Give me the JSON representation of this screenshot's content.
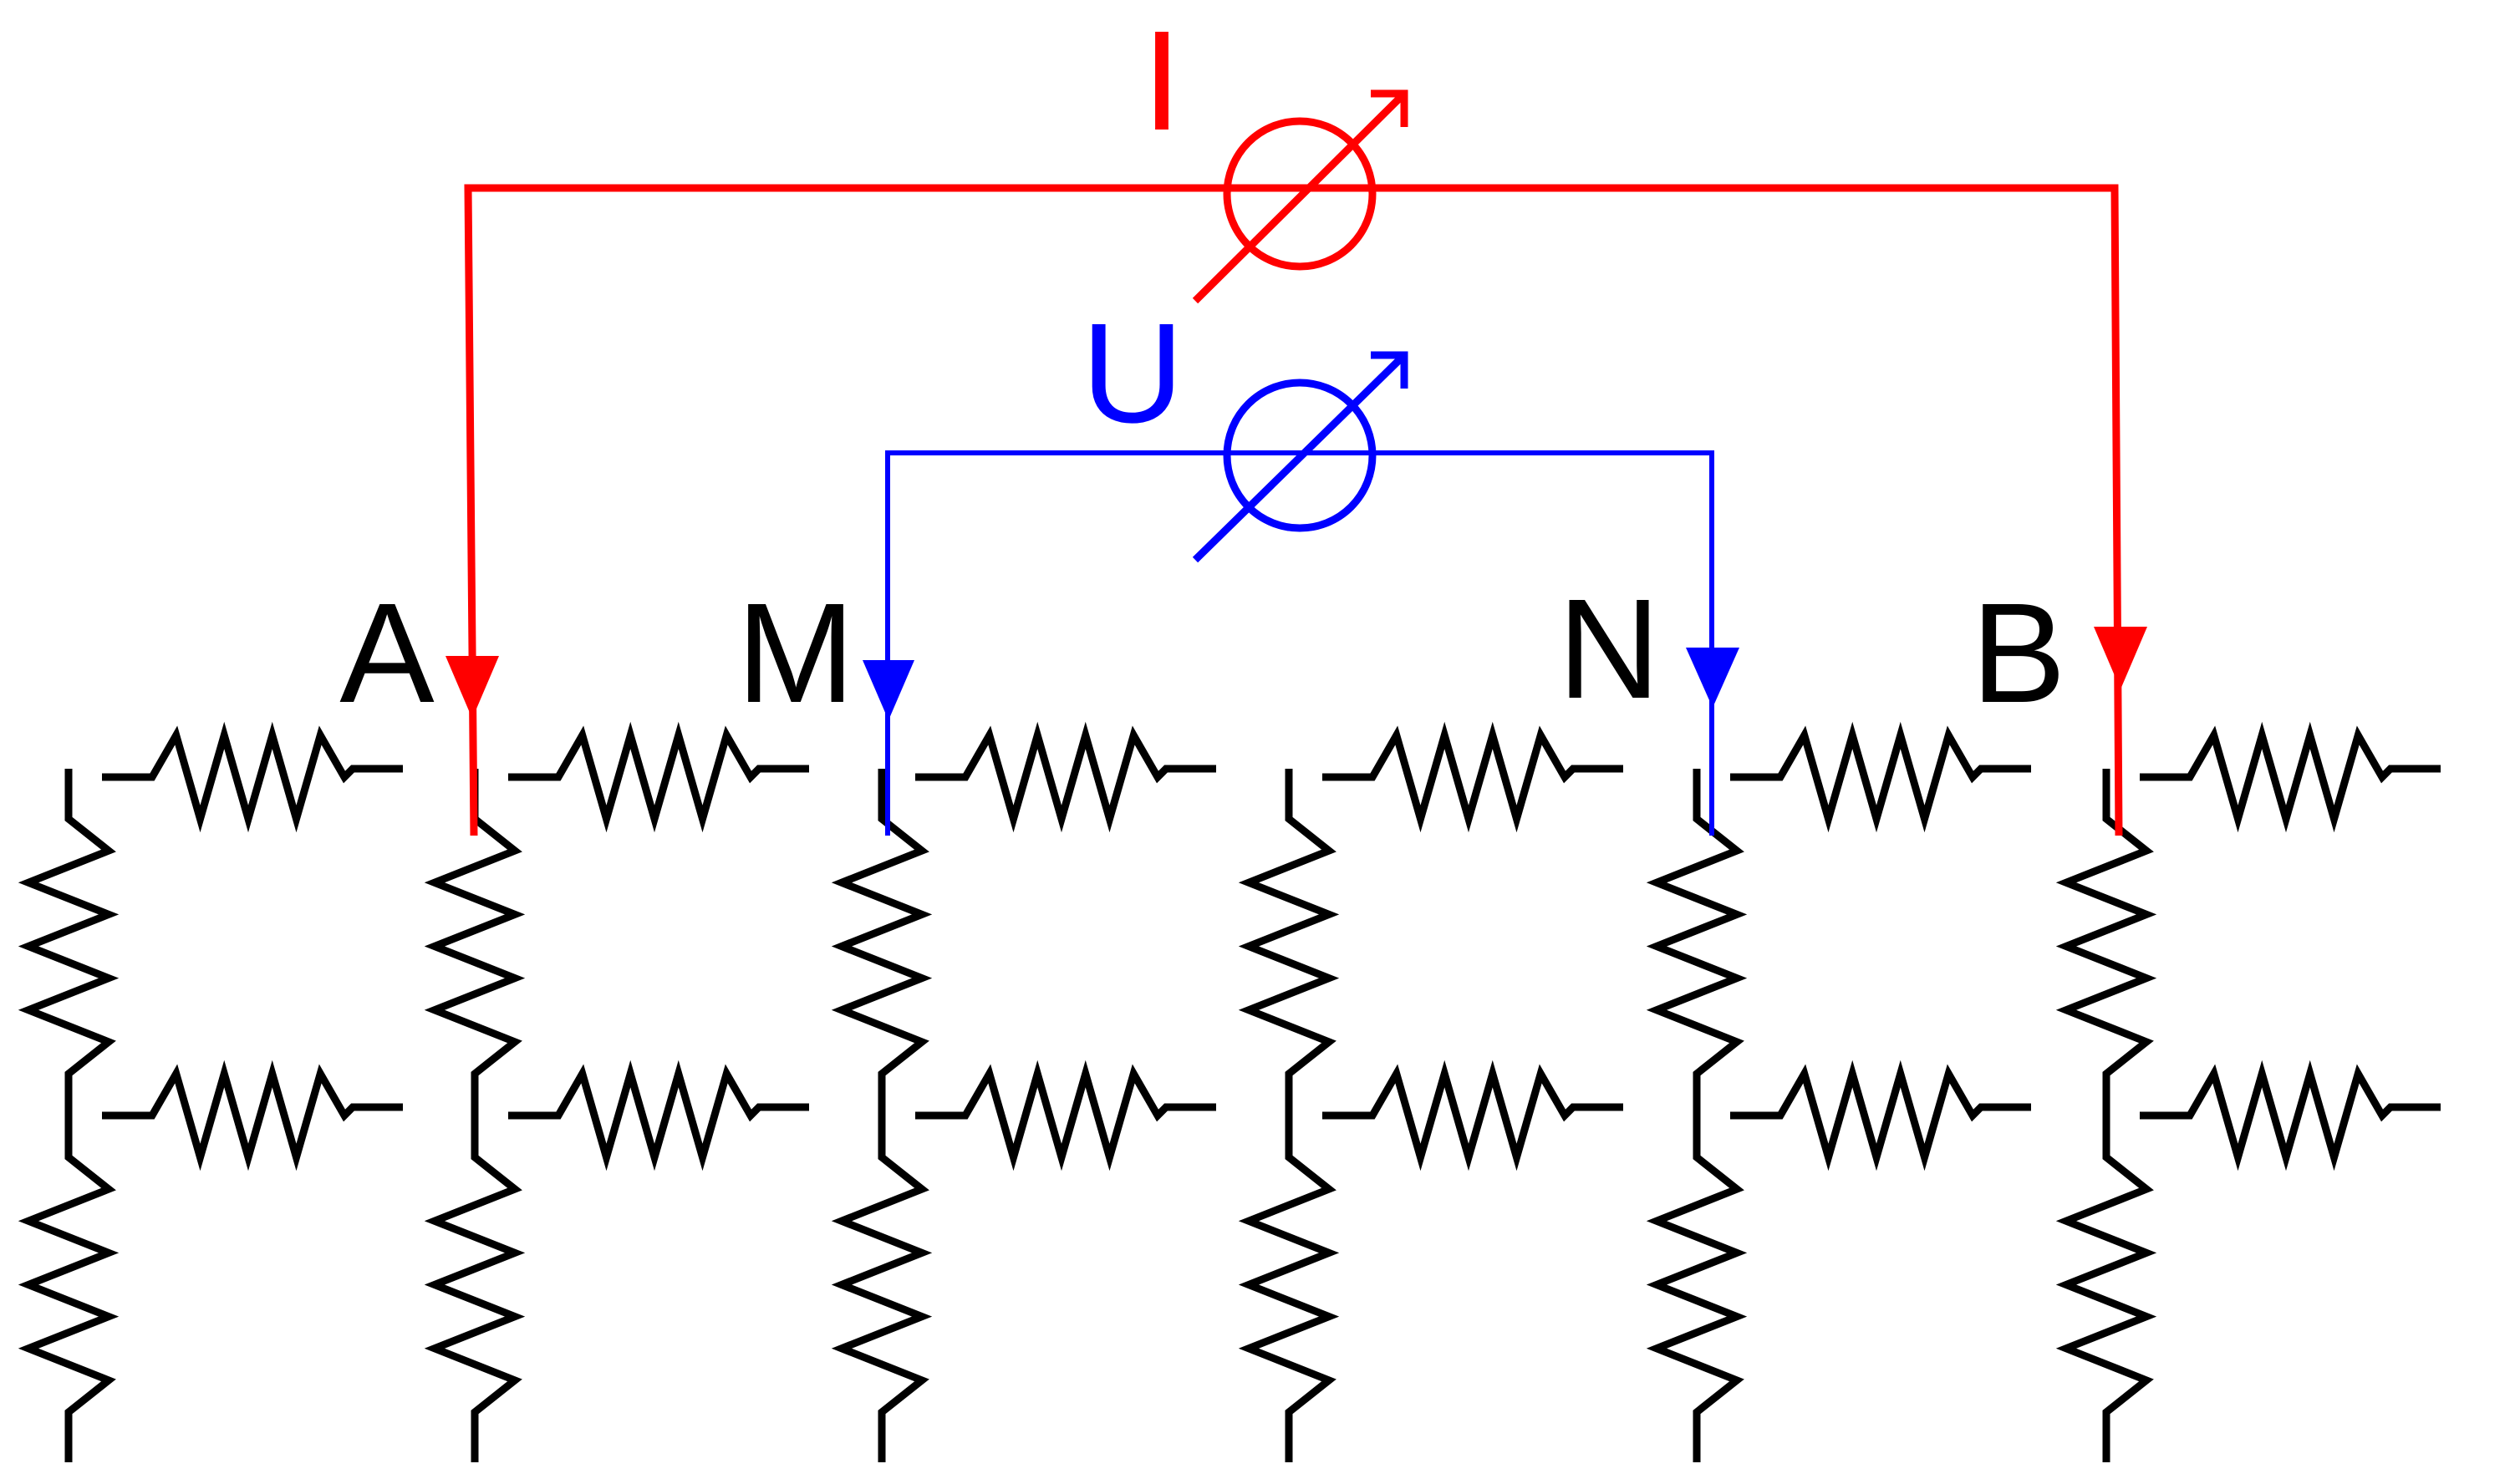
{
  "diagram": {
    "current_label": "I",
    "voltage_label": "U",
    "electrodes": {
      "a": "A",
      "m": "M",
      "n": "N",
      "b": "B"
    }
  },
  "colors": {
    "current": "#ff0000",
    "voltage": "#0000ff",
    "network": "#000000",
    "background": "#ffffff"
  }
}
